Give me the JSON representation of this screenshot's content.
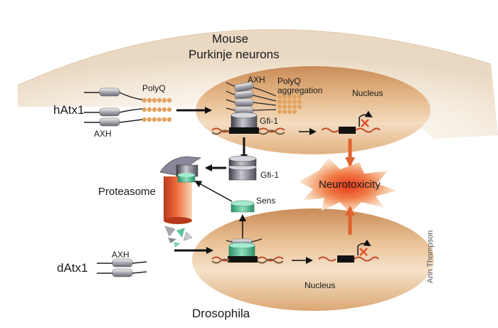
{
  "labels": {
    "mouse_title": "Mouse",
    "mouse_subtitle": "Purkinje neurons",
    "hatx1": "hAtx1",
    "datx1": "dAtx1",
    "polyq": "PolyQ",
    "axh_left_top": "AXH",
    "axh_nucleus_top": "AXH",
    "polyq_aggregation_1": "PolyQ",
    "polyq_aggregation_2": "aggregation",
    "nucleus_top": "Nucleus",
    "gfi1_nucleus": "Gfi-1",
    "gfi1_free": "Gfi-1",
    "sens": "Sens",
    "proteasome": "Proteasome",
    "neurotoxicity": "Neurotoxicity",
    "axh_left_bottom": "AXH",
    "nucleus_bottom": "Nucleus",
    "drosophila": "Drosophila",
    "credit": "Ann Thompson"
  },
  "icons": [
    "axh-domain-icon",
    "polyq-chain-icon",
    "gfi1-protein-icon",
    "sens-protein-icon",
    "proteasome-icon",
    "dna-strand-icon",
    "transcription-block-icon",
    "neurotoxicity-burst-icon"
  ],
  "colors": {
    "cell_bg": "#f2e8d8",
    "nucleus": "#dba874",
    "polyq": "#e2a360",
    "sens": "#5fc39b",
    "proteasome": "#e0502c",
    "neurotoxicity": "#ea4a26",
    "arrow_red": "#e0622e"
  }
}
